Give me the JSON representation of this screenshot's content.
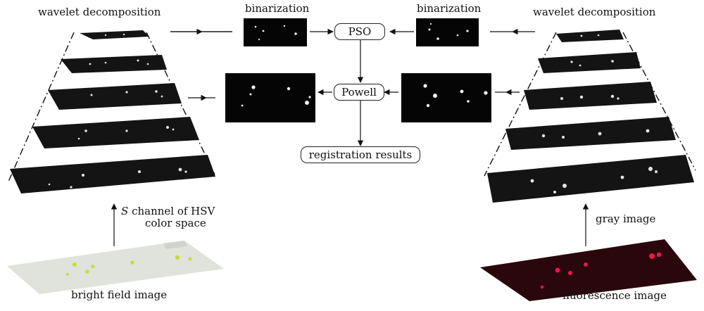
{
  "left": {
    "pyramid_title": "wavelet decomposition",
    "channel_label_var": "S",
    "channel_label_rest": "channel of HSV",
    "channel_label_line2": "color space",
    "source_caption": "bright field image"
  },
  "right": {
    "pyramid_title": "wavelet decomposition",
    "channel_label": "gray image",
    "source_caption": "fluorescence image"
  },
  "center": {
    "binarization_left": "binarization",
    "binarization_right": "binarization",
    "node_pso": "PSO",
    "node_powell": "Powell",
    "node_results": "registration results"
  },
  "colors": {
    "layer_fill": "#141414",
    "spot": "#e6e6e6",
    "bright_field_bg": "#dfe3dc",
    "bright_field_spot": "#c8dc3a",
    "fluorescence_bg": "#2a070d",
    "fluorescence_spot": "#f0144a"
  }
}
